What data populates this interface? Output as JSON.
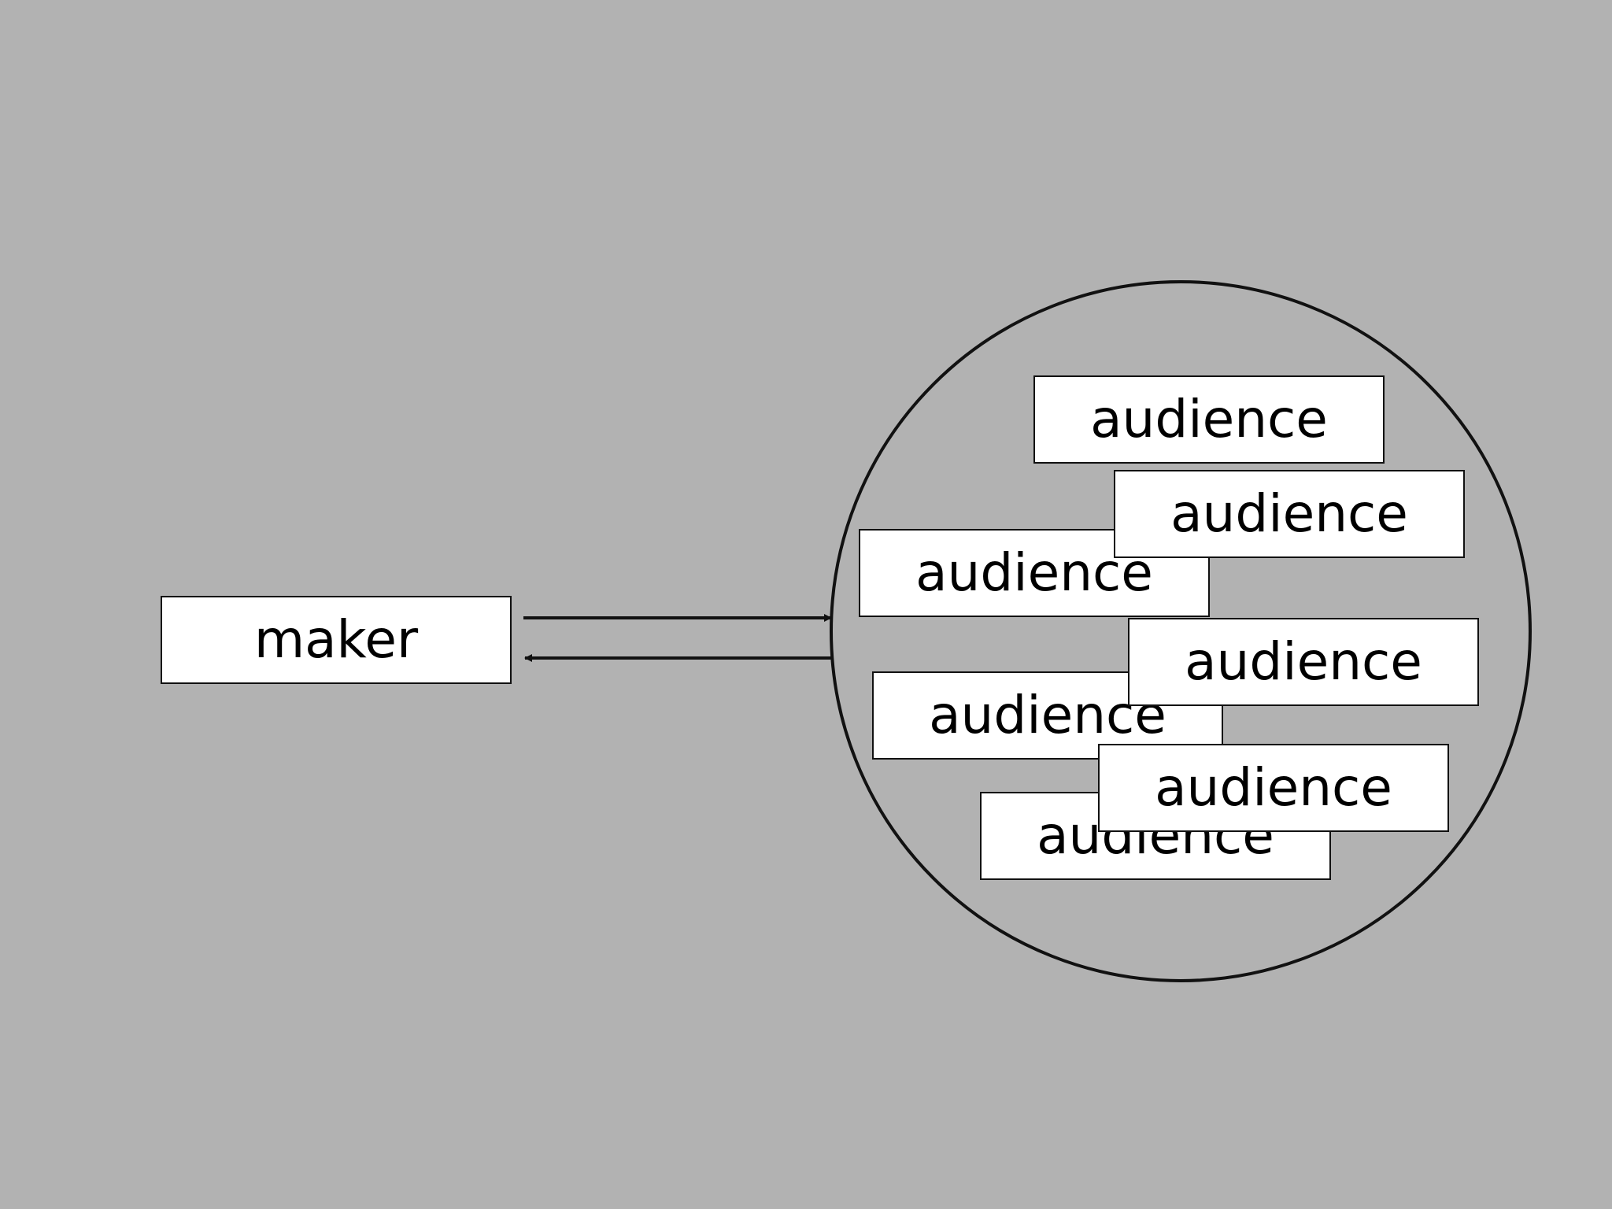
{
  "diagram": {
    "maker": {
      "label": "maker"
    },
    "audience_group": {
      "members": [
        {
          "label": "audience"
        },
        {
          "label": "audience"
        },
        {
          "label": "audience"
        },
        {
          "label": "audience"
        },
        {
          "label": "audience"
        },
        {
          "label": "audience"
        },
        {
          "label": "audience"
        }
      ]
    },
    "edges": [
      {
        "from": "maker",
        "to": "audience-group",
        "style": "arrow"
      },
      {
        "from": "audience-group",
        "to": "maker",
        "style": "arrow"
      }
    ]
  },
  "colors": {
    "background": "#b2b2b2",
    "box_fill": "#ffffff",
    "stroke": "#111111",
    "text": "#000000"
  }
}
